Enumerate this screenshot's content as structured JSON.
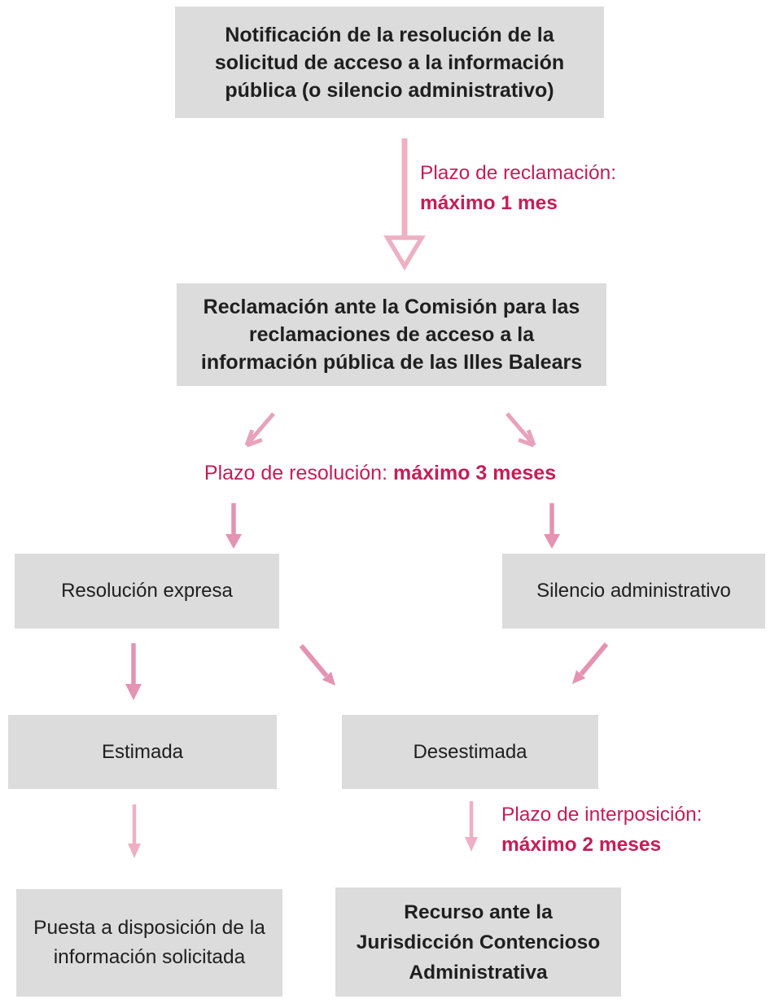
{
  "diagram": {
    "boxes": {
      "notificacion": "Notificación de la resolución de la solicitud de acceso a la información pública (o silencio administrativo)",
      "reclamacion": "Reclamación ante la Comisión para las reclamaciones de acceso  a la información pública de las Illes Balears",
      "resolucion_expresa": "Resolución expresa",
      "silencio_administrativo": "Silencio administrativo",
      "estimada": "Estimada",
      "desestimada": "Desestimada",
      "puesta_disposicion": "Puesta a disposición de la información solicitada",
      "recurso": "Recurso ante la Jurisdicción Contencioso Administrativa"
    },
    "labels": {
      "plazo_reclamacion": {
        "text": "Plazo de reclamación:",
        "bold": "máximo 1 mes"
      },
      "plazo_resolucion": {
        "text": "Plazo de resolución: ",
        "bold": "máximo 3 meses"
      },
      "plazo_interposicion": {
        "text": "Plazo de interposición:",
        "bold": "máximo 2 meses"
      }
    },
    "colors": {
      "box_bg": "#dcdcdc",
      "box_text": "#1f1f1f",
      "accent_text": "#c41e55",
      "arrow_pink": "#e493b2",
      "arrow_pink_light": "#eeb0c3"
    }
  }
}
